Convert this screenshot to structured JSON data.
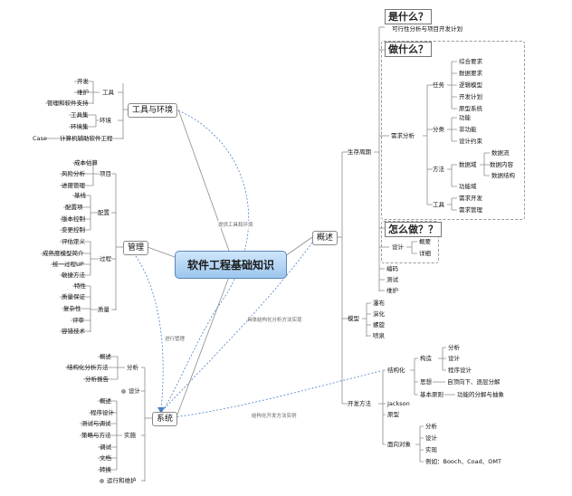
{
  "central": "软件工程基础知识",
  "branches": {
    "tools": "工具与环境",
    "management": "管理",
    "overview": "概述",
    "system": "系统"
  },
  "tools": {
    "tool_label": "工具",
    "tool_items": [
      "开发",
      "维护",
      "管理和软件支持"
    ],
    "env_label": "环境",
    "env_items": [
      "工具集",
      "环境集"
    ],
    "case_label": "Case",
    "case_text": "计算机辅助软件工程"
  },
  "management": {
    "project_label": "项目",
    "project_items": [
      "成本估算",
      "风险分析",
      "进度管理"
    ],
    "config_label": "配置",
    "config_items": [
      "基线",
      "配置项",
      "版本控制",
      "变更控制"
    ],
    "process_label": "过程",
    "process_items": [
      "评估定义",
      "成熟度模型简介",
      "统一过程UP",
      "敏捷方法"
    ],
    "quality_label": "质量",
    "quality_items": [
      "特性",
      "质量保证",
      "复杂性",
      "评审",
      "容错技术"
    ]
  },
  "overview": {
    "lifecycle_label": "生存周期",
    "what_title": "是什么？",
    "what_text": "可行性分析与项目开发计划",
    "todo_title": "做什么？",
    "req_label": "需求分析",
    "task_label": "任务",
    "task_items": [
      "综合要求",
      "数据要求",
      "逻辑模型",
      "开发计划",
      "原型系统"
    ],
    "class_label": "分类",
    "class_items": [
      "功能",
      "非功能",
      "设计约束"
    ],
    "method_label": "方法",
    "data_domain_label": "数据域",
    "data_domain_items": [
      "数据流",
      "数据内容",
      "数据结构"
    ],
    "func_domain": "功能域",
    "tool_label": "工具",
    "tool_items": [
      "需求开发",
      "需求管理"
    ],
    "how_title": "怎么做？？",
    "design_label": "设计",
    "design_items": [
      "概要",
      "详细"
    ],
    "coding": "编码",
    "testing": "测试",
    "maintenance": "维护",
    "model_label": "模型",
    "model_items": [
      "瀑布",
      "演化",
      "螺旋",
      "喷泉"
    ],
    "devmethod_label": "开发方法",
    "structured_label": "结构化",
    "structure_label": "构造",
    "structure_items": [
      "分析",
      "设计",
      "程序设计"
    ],
    "thought_label": "思想",
    "thought_text": "自顶向下、逐层分解",
    "principle_label": "基本原则",
    "principle_text": "功能的分解与抽象",
    "jackson": "Jackson",
    "prototype": "原型",
    "oo_label": "面向对象",
    "oo_items": [
      "分析",
      "设计",
      "实现",
      "例如：Booch、Coad、OMT"
    ]
  },
  "system": {
    "analysis_label": "分析",
    "analysis_items": [
      "概述",
      "结构化分析方法",
      "分析报告"
    ],
    "design_label": "设计",
    "practice_label": "实施",
    "practice_items": [
      "概述",
      "程序设计",
      "测试与调试",
      "策略与方法",
      "调试",
      "文档",
      "转换"
    ],
    "ops_label": "运行和维护"
  },
  "annotations": {
    "tools_system": "提供工具和环境",
    "manage_system": "进行管理",
    "overview_system_1": "具体结构化分析方法实现",
    "overview_system_2": "结构化开发方法实例"
  }
}
